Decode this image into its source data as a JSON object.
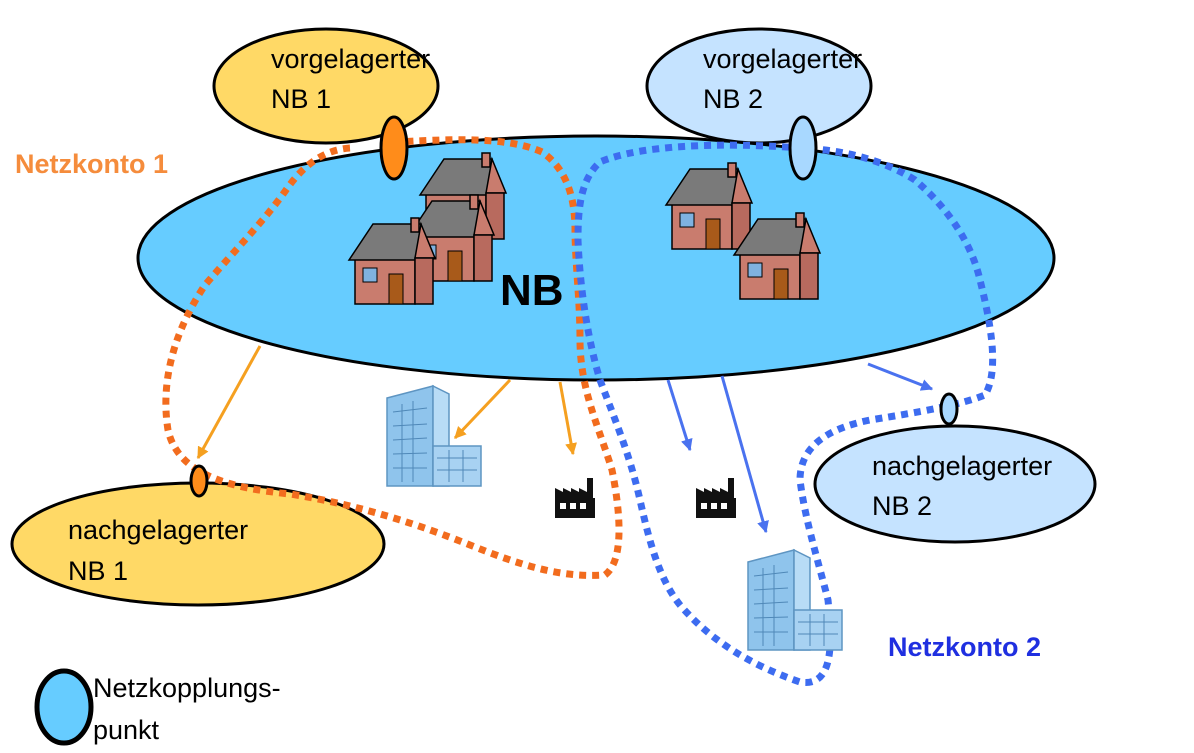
{
  "central": {
    "label": "NB"
  },
  "upstream": [
    {
      "line1": "vorgelagerter",
      "line2": "NB 1"
    },
    {
      "line1": "vorgelagerter",
      "line2": "NB 2"
    }
  ],
  "downstream": [
    {
      "line1": "nachgelagerter",
      "line2": "NB 1"
    },
    {
      "line1": "nachgelagerter",
      "line2": "NB 2"
    }
  ],
  "accounts": [
    {
      "label": "Netzkonto 1"
    },
    {
      "label": "Netzkonto 2"
    }
  ],
  "legend": {
    "line1": "Netzkopplungs-",
    "line2": "punkt"
  },
  "colors": {
    "central_fill": "#66ccff",
    "upstream1_fill": "#ffd966",
    "upstream2_fill": "#c5e3ff",
    "downstream1_fill": "#ffd966",
    "downstream2_fill": "#c5e3ff",
    "account1": "#f26c1e",
    "account2": "#3d6cf0",
    "arrow1": "#f5a020",
    "arrow2": "#4a72ef",
    "coupling_point1": "#ff8c1a",
    "coupling_point2": "#a8d8ff",
    "legend_point": "#66ccff"
  },
  "icons": [
    "house-icon",
    "office-building-icon",
    "factory-icon",
    "coupling-point-icon"
  ]
}
